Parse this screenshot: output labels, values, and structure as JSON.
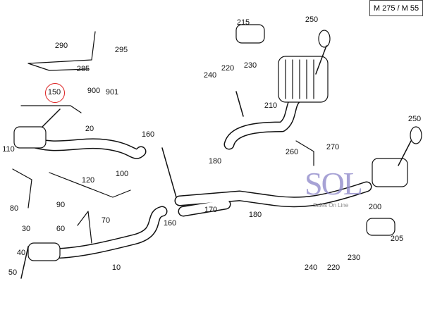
{
  "model_label": "M 275 / M 55",
  "highlighted_part": "150",
  "logo": {
    "text": "SOL",
    "subtitle": "Sales On Line"
  },
  "parts": [
    "215",
    "250",
    "290",
    "295",
    "285",
    "240",
    "220",
    "230",
    "150",
    "900",
    "901",
    "210",
    "20",
    "160",
    "250",
    "110",
    "260",
    "270",
    "180",
    "100",
    "120",
    "170",
    "180",
    "200",
    "80",
    "90",
    "70",
    "60",
    "30",
    "160",
    "205",
    "40",
    "10",
    "240",
    "220",
    "230",
    "50"
  ]
}
